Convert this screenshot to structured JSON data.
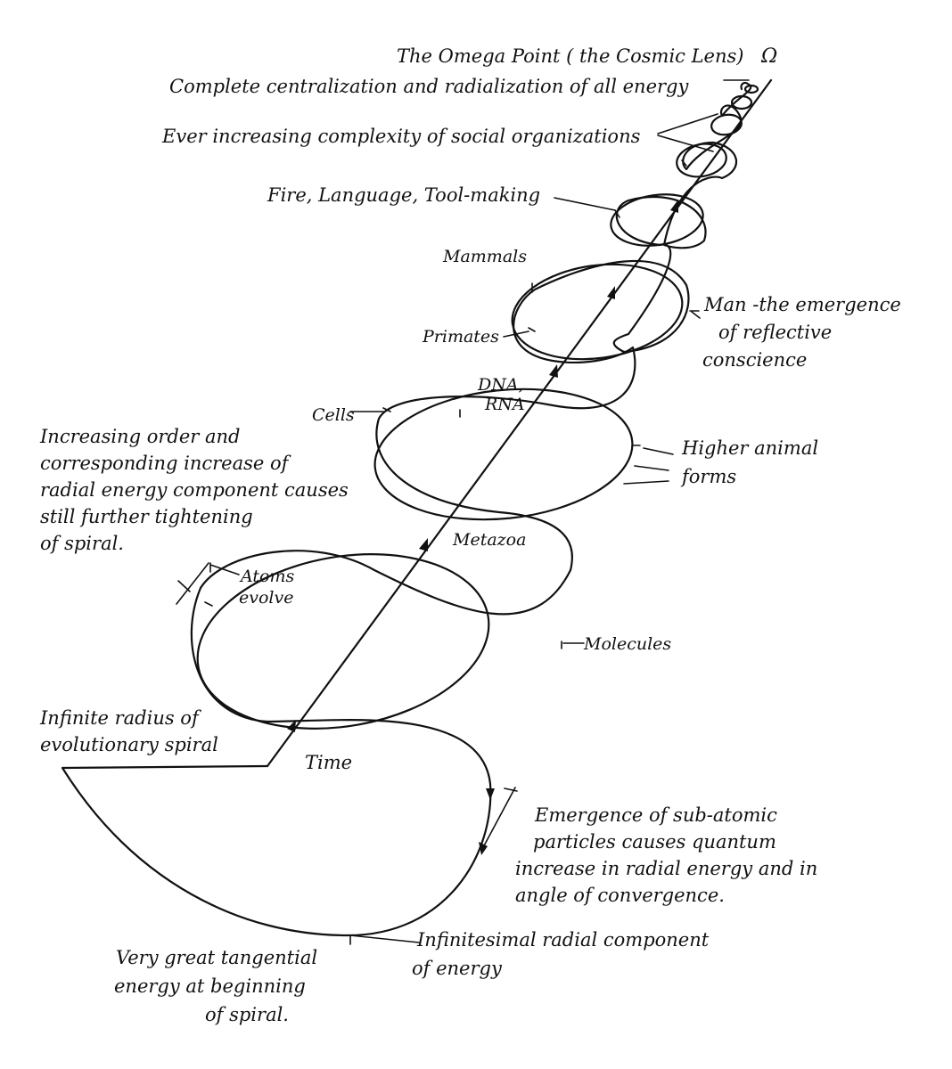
{
  "labels": {
    "omega_symbol": "Ω",
    "omega_point": "The Omega Point ( the Cosmic Lens)",
    "centralization": "Complete centralization and radialization of all energy",
    "social_organizations": "Ever increasing complexity of social organizations",
    "fire_language": "Fire, Language, Tool-making",
    "mammals": "Mammals",
    "primates": "Primates",
    "man_line1": "Man -the emergence",
    "man_line2": "of reflective",
    "man_line3": "conscience",
    "dna_line1": "DNA,",
    "dna_line2": "RNA",
    "cells": "Cells",
    "higher_line1": "Higher animal",
    "higher_line2": "forms",
    "order_line1": "Increasing order and",
    "order_line2": "corresponding increase of",
    "order_line3": "radial energy component causes",
    "order_line4": "still further tightening",
    "order_line5": "of spiral.",
    "metazoa": "Metazoa",
    "atoms_line1": "Atoms",
    "atoms_line2": "evolve",
    "molecules": "Molecules",
    "infinite_line1": "Infinite radius of",
    "infinite_line2": "evolutionary spiral",
    "time": "Time",
    "subatomic_line1": "Emergence of sub-atomic",
    "subatomic_line2": "particles causes quantum",
    "subatomic_line3": "increase in radial energy and in",
    "subatomic_line4": "angle of convergence.",
    "infinitesimal_line1": "Infinitesimal radial component",
    "infinitesimal_line2": "of energy",
    "tangential_line1": "Very great tangential",
    "tangential_line2": "energy at beginning",
    "tangential_line3": "of spiral."
  }
}
